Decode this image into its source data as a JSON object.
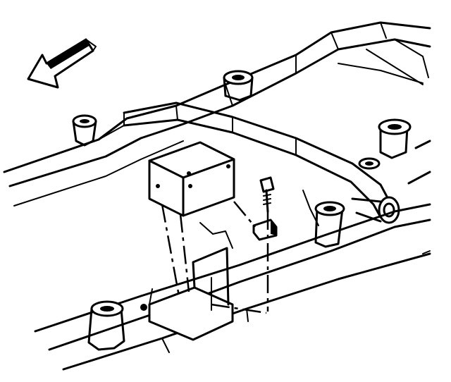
{
  "diagram": {
    "kind": "exploded-view line drawing",
    "labels": [],
    "colors": {
      "ink": "#000000",
      "background": "#ffffff"
    },
    "icons": [
      "direction-arrow-icon"
    ],
    "parts": [
      "vehicle-frame",
      "control-module",
      "mounting-bracket",
      "mounting-bolt",
      "frame-bracket-nut"
    ]
  }
}
